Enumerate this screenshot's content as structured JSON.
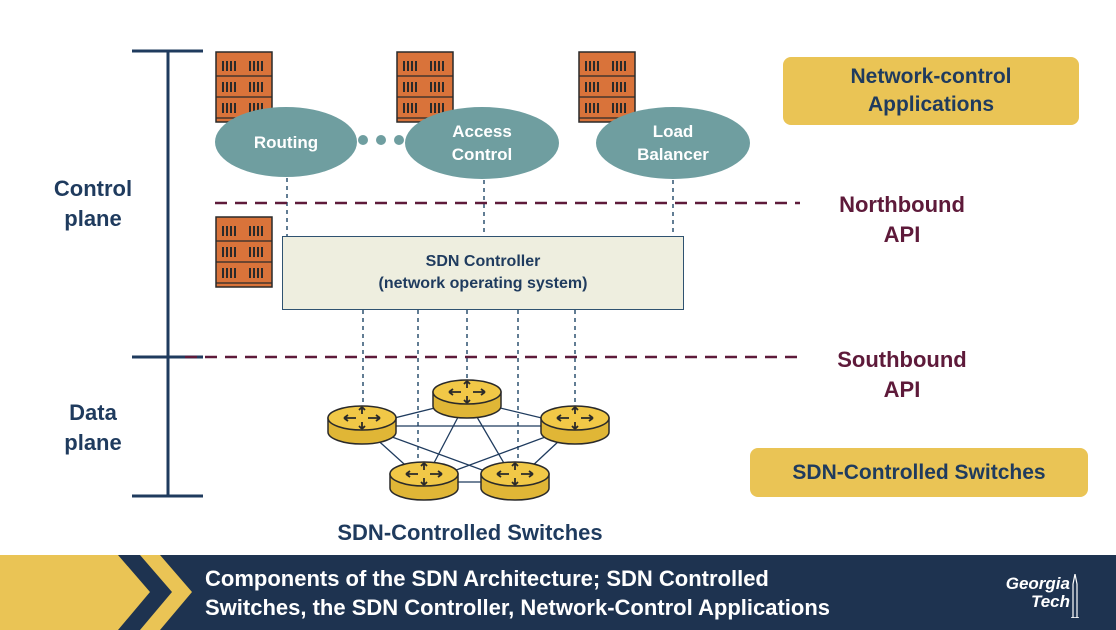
{
  "left_labels": {
    "control_plane": "Control\nplane",
    "data_plane": "Data\nplane"
  },
  "applications": [
    {
      "label": "Routing"
    },
    {
      "label": "Access\nControl"
    },
    {
      "label": "Load\nBalancer"
    }
  ],
  "controller": {
    "title": "SDN Controller",
    "subtitle": "(network operating system)"
  },
  "api_labels": {
    "northbound": "Northbound\nAPI",
    "southbound": "Southbound\nAPI"
  },
  "callouts": {
    "network_control_apps": "Network-control\nApplications",
    "sdn_switches": "SDN-Controlled Switches"
  },
  "switch_caption": "SDN-Controlled Switches",
  "footer": {
    "title": "Components of the SDN Architecture; SDN Controlled\nSwitches, the SDN Controller, Network-Control Applications",
    "logo": "Georgia\nTech"
  },
  "colors": {
    "navy": "#1e3350",
    "label_blue": "#1f3b5e",
    "api_maroon": "#5e1a3a",
    "gold": "#eac455",
    "app_teal": "#6f9ea0",
    "server_orange": "#d9733a",
    "switch_yellow": "#f1c847"
  },
  "icons": [
    "server-icon",
    "router-switch-icon"
  ]
}
